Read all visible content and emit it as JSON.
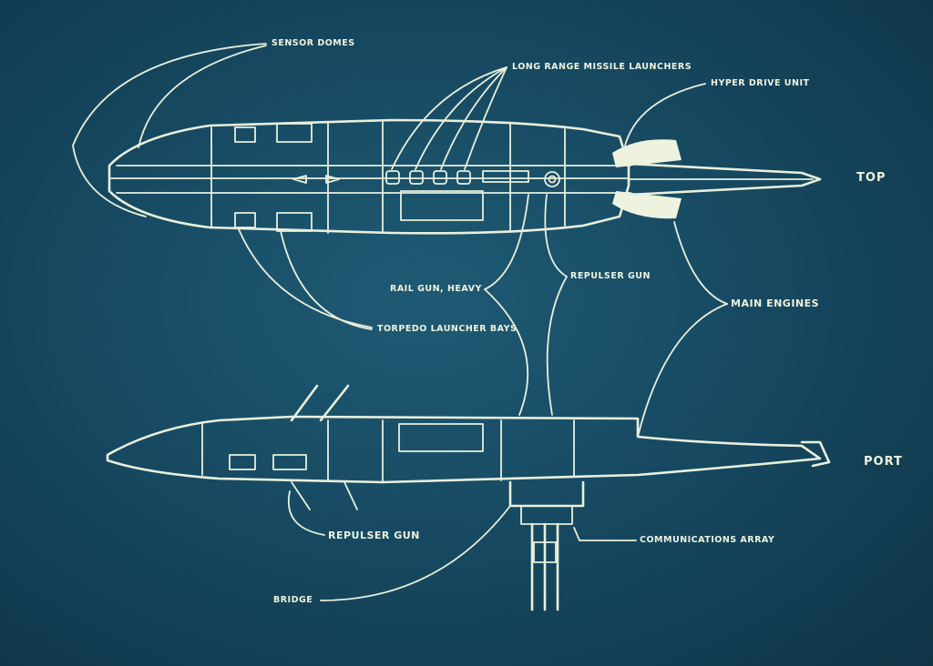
{
  "title": "",
  "colors": {
    "background": "#174a62",
    "ink": "#e8f0dc"
  },
  "views": {
    "top": "TOP",
    "port": "PORT"
  },
  "labels": {
    "sensor_domes": "SENSOR DOMES",
    "long_range_missile_launchers": "LONG RANGE MISSILE LAUNCHERS",
    "hyper_drive_unit": "HYPER DRIVE UNIT",
    "rail_gun_heavy": "RAIL GUN, HEAVY",
    "repulser_gun_top": "REPULSER GUN",
    "main_engines": "MAIN ENGINES",
    "torpedo_launcher_bays": "TORPEDO LAUNCHER BAYS",
    "repulser_gun_port": "REPULSER GUN",
    "communications_array": "COMMUNICATIONS ARRAY",
    "bridge": "BRIDGE"
  }
}
